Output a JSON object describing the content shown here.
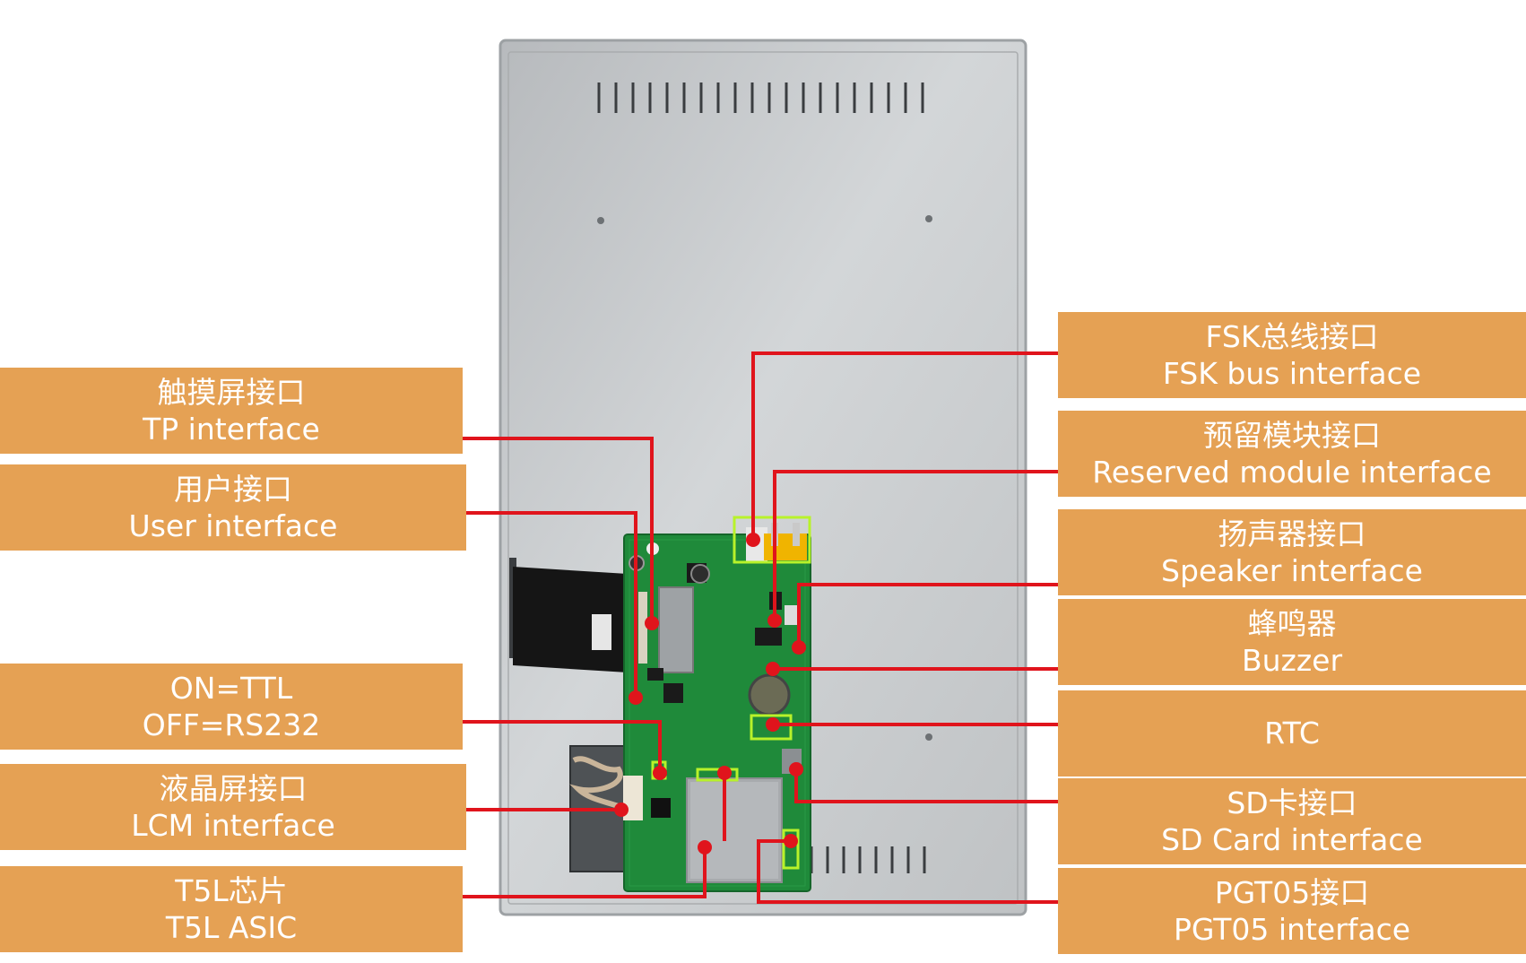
{
  "labels_left": [
    {
      "id": "tp",
      "zh": "触摸屏接口",
      "en": "TP interface"
    },
    {
      "id": "user",
      "zh": "用户接口",
      "en": "User interface"
    },
    {
      "id": "ttl",
      "zh": "ON=TTL",
      "en": "OFF=RS232"
    },
    {
      "id": "lcm",
      "zh": "液晶屏接口",
      "en": "LCM interface"
    },
    {
      "id": "t5l",
      "zh": "T5L芯片",
      "en": "T5L ASIC"
    }
  ],
  "labels_right": [
    {
      "id": "fsk",
      "zh": "FSK总线接口",
      "en": "FSK bus interface"
    },
    {
      "id": "reserved",
      "zh": "预留模块接口",
      "en": "Reserved module interface"
    },
    {
      "id": "speaker",
      "zh": "扬声器接口",
      "en": "Speaker interface"
    },
    {
      "id": "buzzer",
      "zh": "蜂鸣器",
      "en": "Buzzer"
    },
    {
      "id": "rtc",
      "zh": "",
      "en": "RTC"
    },
    {
      "id": "sd",
      "zh": "SD卡接口",
      "en": "SD Card interface"
    },
    {
      "id": "pgt05",
      "zh": "PGT05接口",
      "en": "PGT05 interface"
    }
  ],
  "colors": {
    "label_bg": "#e5a154",
    "leader": "#e0141c",
    "pcb": "#1f8a3a",
    "highlight": "#b8f22a",
    "panel": "#c9ccce"
  }
}
